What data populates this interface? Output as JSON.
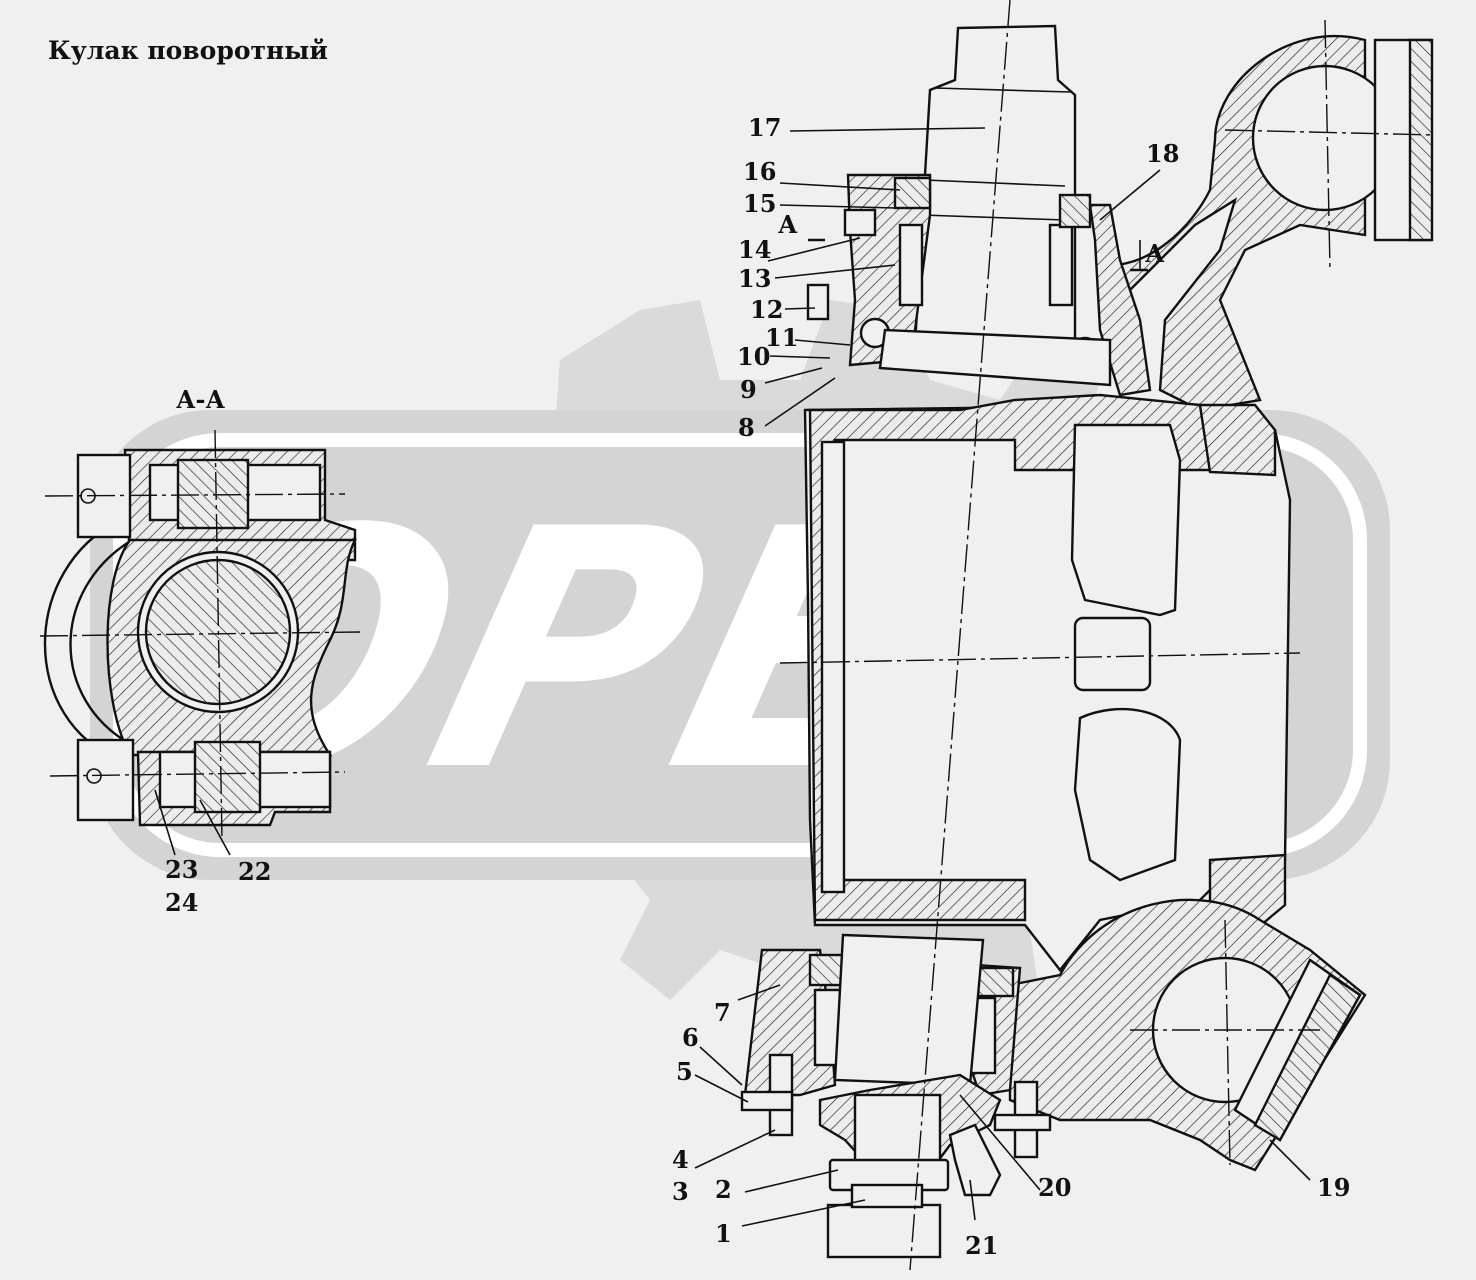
{
  "title": "Кулак поворотный",
  "section_label": "А-А",
  "section_marker": "А",
  "watermark": "OPEX",
  "callouts": [
    "1",
    "2",
    "3",
    "4",
    "5",
    "6",
    "7",
    "8",
    "9",
    "10",
    "11",
    "12",
    "13",
    "14",
    "15",
    "16",
    "17",
    "18",
    "19",
    "20",
    "21",
    "22",
    "23",
    "24"
  ]
}
